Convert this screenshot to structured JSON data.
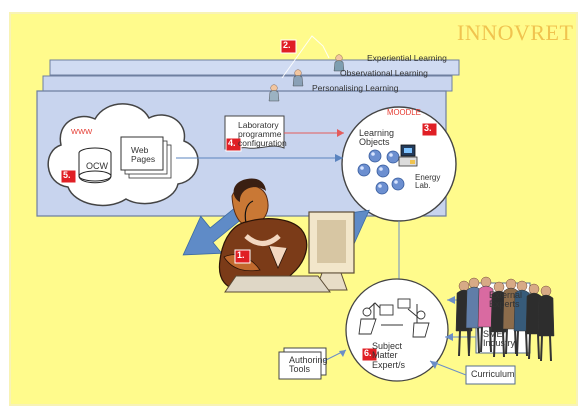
{
  "brand": {
    "title": "INNOVRET"
  },
  "learning_layers": [
    "Experiential Learning",
    "Observational Learning",
    "Personalising Learning"
  ],
  "www": {
    "label": "WWW",
    "ocw_label": "OCW",
    "web_pages_label": "Web\nPages"
  },
  "lab_programme": {
    "label": "Laboratory\nprogramme\nconfiguration"
  },
  "moodle": {
    "label": "MOODLE",
    "learning_objects_label": "Learning\nObjects",
    "energy_lab_label": "Energy\nLab."
  },
  "sme": {
    "label": "Subject\nMatter\nExpert/s"
  },
  "external_inputs": [
    "External\nExperts",
    "SME/\nIndustry",
    "Curriculum"
  ],
  "authoring_tools": {
    "label": "Authoring\nTools"
  },
  "markers": [
    "1.",
    "2.",
    "3.",
    "4.",
    "5.",
    "6."
  ],
  "colors": {
    "background": "#fffb8c",
    "panel_fill": "#c8d4ee",
    "panel_stroke": "#6e7fa0",
    "arrow_fill": "#5f8bc7",
    "marker_red": "#e01f25",
    "brand_gold": "#f0c34f"
  }
}
